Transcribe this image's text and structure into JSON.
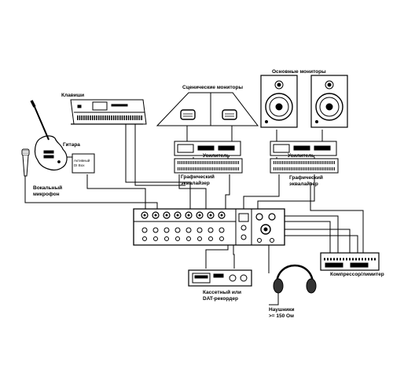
{
  "labels": {
    "keyboards": "Клавиши",
    "guitar": "Гитара",
    "di_box_line1": "Активный",
    "di_box_line2": "DI Box",
    "vocal_mic_line1": "Вокальный",
    "vocal_mic_line2": "микрофон",
    "stage_monitors": "Сценические мониторы",
    "main_monitors": "Основные мониторы",
    "amplifier_left": "Усилитель",
    "amplifier_right": "Усилитель",
    "eq_left_line1": "Графический",
    "eq_left_line2": "эквалайзер",
    "eq_right_line1": "Графический",
    "eq_right_line2": "эквалайзер",
    "recorder_line1": "Кассетный или",
    "recorder_line2": "DAT-рекордер",
    "headphones_line1": "Наушники",
    "headphones_line2": ">= 150 Ом",
    "compressor": "Компрессор/лимитер"
  },
  "colors": {
    "line": "#000000",
    "device": "#ffffff",
    "shade": "#333333"
  }
}
